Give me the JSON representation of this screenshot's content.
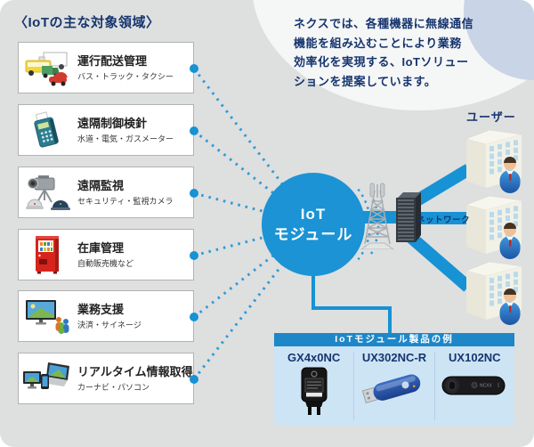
{
  "page": {
    "title": "〈IoTの主な対象領域〉"
  },
  "intro": {
    "lines": [
      "ネクスでは、各種機器に無線通信",
      "機能を組み込むことにより業務",
      "効率化を実現する、IoTソリュー",
      "ションを提案しています。"
    ]
  },
  "areas": {
    "items": [
      {
        "title": "運行配送管理",
        "subtitle": "バス・トラック・タクシー",
        "icon": "vehicles-icon"
      },
      {
        "title": "遠隔制御検針",
        "subtitle": "水道・電気・ガスメーター",
        "icon": "meter-icon"
      },
      {
        "title": "遠隔監視",
        "subtitle": "セキュリティ・監視カメラ",
        "icon": "camera-icon"
      },
      {
        "title": "在庫管理",
        "subtitle": "自動販売機など",
        "icon": "vending-machine-icon"
      },
      {
        "title": "業務支援",
        "subtitle": "決済・サイネージ",
        "icon": "signage-icon"
      },
      {
        "title": "リアルタイム情報取得",
        "subtitle": "カーナビ・パソコン",
        "icon": "devices-icon"
      }
    ]
  },
  "hub": {
    "line1": "IoT",
    "line2": "モジュール"
  },
  "network": {
    "label": "ネットワーク"
  },
  "users": {
    "label": "ユーザー"
  },
  "products": {
    "header": "IoTモジュール製品の例",
    "brand_mark": "NCXX",
    "items": [
      {
        "name": "GX4x0NC"
      },
      {
        "name": "UX302NC-R"
      },
      {
        "name": "UX102NC"
      }
    ]
  },
  "colors": {
    "accent_blue": "#1792d4",
    "navy": "#16356e",
    "panel_header": "#1e87c8",
    "panel_body": "#cde4f5",
    "background": "#dedfdf"
  }
}
